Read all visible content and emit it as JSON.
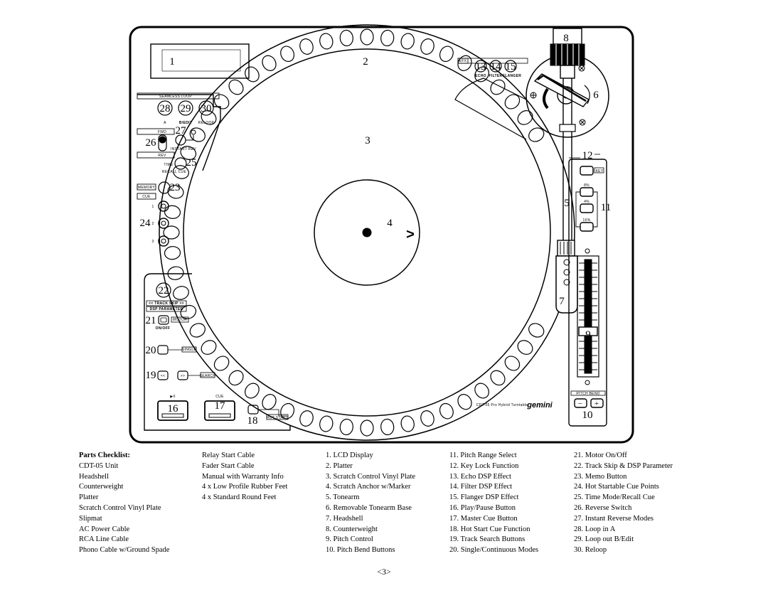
{
  "callouts": {
    "c1": "1",
    "c2": "2",
    "c3": "3",
    "c4": "4",
    "c5": "5",
    "c6": "6",
    "c7": "7",
    "c8": "8",
    "c9": "9",
    "c10": "10",
    "c11": "11",
    "c12": "12",
    "c13": "13",
    "c14": "14",
    "c15": "15",
    "c16": "16",
    "c17": "17",
    "c18": "18",
    "c19": "19",
    "c20": "20",
    "c21": "21",
    "c22": "22",
    "c23": "23",
    "c24": "24",
    "c25": "25",
    "c26": "26",
    "c27": "27",
    "c28": "28",
    "c29": "29",
    "c30": "30"
  },
  "device_labels": {
    "seamless_loop": "SEAMLESS LOOP",
    "loop_a": "A",
    "loop_bedit": "B/EDIT",
    "reloop": "RELOOP",
    "fwd": "FWD",
    "rev": "REV",
    "instant_rev": "INSTANT REV",
    "time": "TIME",
    "recall_cue": "RECALL CUE",
    "memory": "MEMORY",
    "cue": "CUE",
    "cue_1": "1",
    "cue_2": "2",
    "cue_3": "3",
    "fx": "EFX",
    "echo": "ECHO",
    "filter": "FILTER",
    "flanger": "FLANGER",
    "key": "KEY",
    "range_a": "8%",
    "range_b": "4%",
    "range_c": "16%",
    "track_skip": "<< TRACK SKIP >>",
    "dsp_parameter": "DSP PARAMETER",
    "motor": "MOTOR",
    "on_off": "ON/OFF",
    "single": "SINGLE",
    "search": "SEARCH",
    "prev": "<<",
    "next": ">>",
    "play_pause": "▶II",
    "cue_button": "CUE",
    "hot_start": "HOT START",
    "pitch_bend": "PITCH BEND",
    "minus": "−",
    "plus": "+",
    "model": "CDT-05 Pro Hybrid Turntable",
    "brand": "gemini",
    "marker": ">"
  },
  "parts_checklist": {
    "heading": "Parts Checklist:",
    "col1": [
      "CDT-05 Unit",
      "Headshell",
      "Counterweight",
      "Platter",
      "Scratch Control Vinyl Plate",
      "Slipmat",
      "AC Power Cable",
      "RCA Line Cable",
      "Phono Cable w/Ground Spade"
    ],
    "col2": [
      "Relay Start Cable",
      "Fader Start Cable",
      "Manual with Warranty Info",
      "4 x Low Profile Rubber Feet",
      "4 x Standard Round Feet"
    ]
  },
  "legend": {
    "col1": [
      "1. LCD Display",
      "2. Platter",
      "3. Scratch Control Vinyl Plate",
      "4. Scratch Anchor w/Marker",
      "5. Tonearm",
      "6. Removable Tonearm Base",
      "7. Headshell",
      "8. Counterweight",
      "9. Pitch Control",
      "10. Pitch Bend Buttons"
    ],
    "col2": [
      "11. Pitch Range Select",
      "12. Key Lock Function",
      "13. Echo DSP Effect",
      "14. Filter DSP Effect",
      "15. Flanger DSP Effect",
      "16. Play/Pause Button",
      "17. Master Cue Button",
      "18. Hot Start Cue Function",
      "19. Track Search Buttons",
      "20. Single/Continuous Modes"
    ],
    "col3": [
      "21. Motor On/Off",
      "22. Track Skip & DSP Parameter",
      "23. Memo Button",
      "24. Hot Startable Cue Points",
      "25. Time Mode/Recall Cue",
      "26. Reverse Switch",
      "27. Instant Reverse Modes",
      "28. Loop in A",
      "29. Loop out B/Edit",
      "30. Reloop"
    ]
  },
  "page_number": "<3>"
}
